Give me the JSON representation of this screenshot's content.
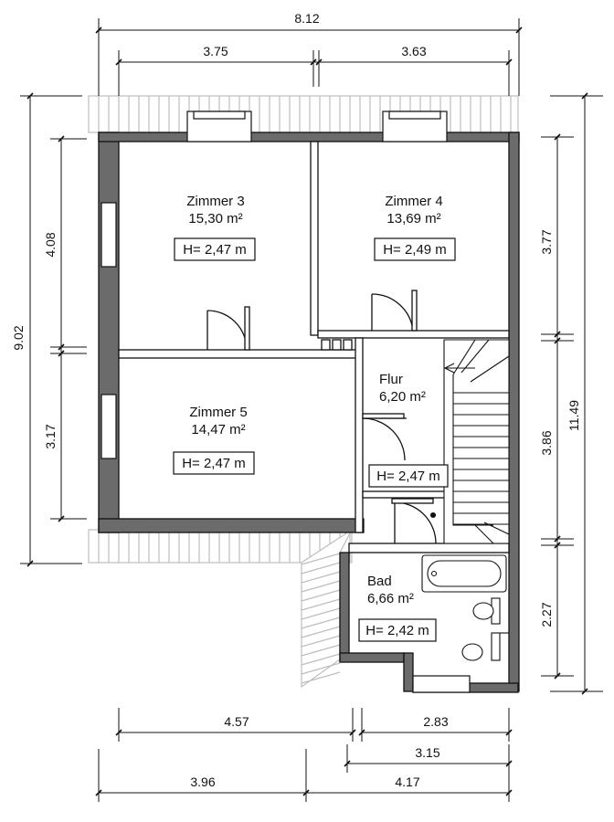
{
  "rooms": [
    {
      "name": "Zimmer 3",
      "area": "15,30 m²",
      "height": "H= 2,47 m"
    },
    {
      "name": "Zimmer 4",
      "area": "13,69 m²",
      "height": "H= 2,49 m"
    },
    {
      "name": "Zimmer 5",
      "area": "14,47 m²",
      "height": "H= 2,47 m"
    },
    {
      "name": "Flur",
      "area": "6,20 m²",
      "height": "H= 2,47 m"
    },
    {
      "name": "Bad",
      "area": "6,66 m²",
      "height": "H= 2,42 m"
    }
  ],
  "dimensions": {
    "top_total": "8.12",
    "top_left": "3.75",
    "top_right": "3.63",
    "left_total": "9.02",
    "left_upper": "4.08",
    "left_lower": "3.17",
    "right_total": "11.49",
    "right_upper": "3.77",
    "right_middle": "3.86",
    "right_lower": "2.27",
    "bottom_row1_left": "4.57",
    "bottom_row1_right": "2.83",
    "bottom_row2": "3.15",
    "bottom_row3_left": "3.96",
    "bottom_row3_right": "4.17"
  },
  "colors": {
    "wall": "#6b6b6b",
    "line": "#111111",
    "roof": "#bdbdbd"
  }
}
